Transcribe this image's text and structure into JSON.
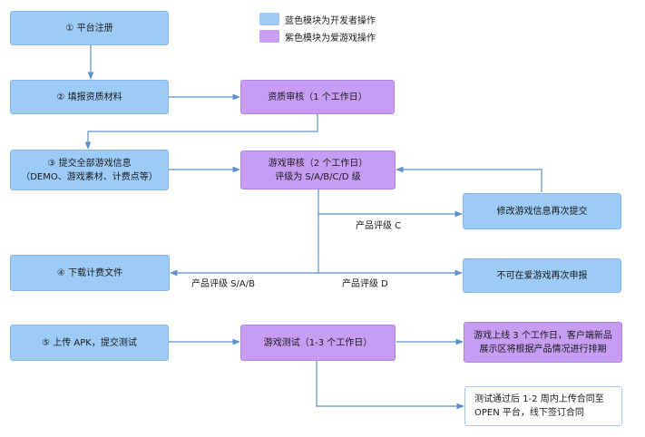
{
  "legend": {
    "blue": "蓝色模块为开发者操作",
    "purple": "紫色模块为爱游戏操作",
    "blue_color": "#9ccbf8",
    "purple_color": "#c79cf3"
  },
  "steps": {
    "register": "① 平台注册",
    "fill_materials": "② 填报资质材料",
    "submit_game_line1": "③ 提交全部游戏信息",
    "submit_game_line2": "（DEMO、游戏素材、计费点等）",
    "download_billing": "④ 下载计费文件",
    "upload_apk": "⑤ 上传 APK，提交测试"
  },
  "reviews": {
    "qualification": "资质审核（1 个工作日）",
    "game_review_line1": "游戏审核（2 个工作日）",
    "game_review_line2": "评级为 S/A/B/C/D 级",
    "game_test": "游戏测试（1-3 个工作日）",
    "launch_line1": "游戏上线 3 个工作日，客户端新品",
    "launch_line2": "展示区将根据产品情况进行排期"
  },
  "outcomes": {
    "modify_resubmit": "修改游戏信息再次提交",
    "cannot_resubmit": "不可在爱游戏再次申报",
    "contract_line1": "测试通过后 1-2 周内上传合同至",
    "contract_line2": "OPEN 平台，线下签订合同"
  },
  "edge_labels": {
    "rating_c": "产品评级 C",
    "rating_sab": "产品评级 S/A/B",
    "rating_d": "产品评级 D"
  }
}
